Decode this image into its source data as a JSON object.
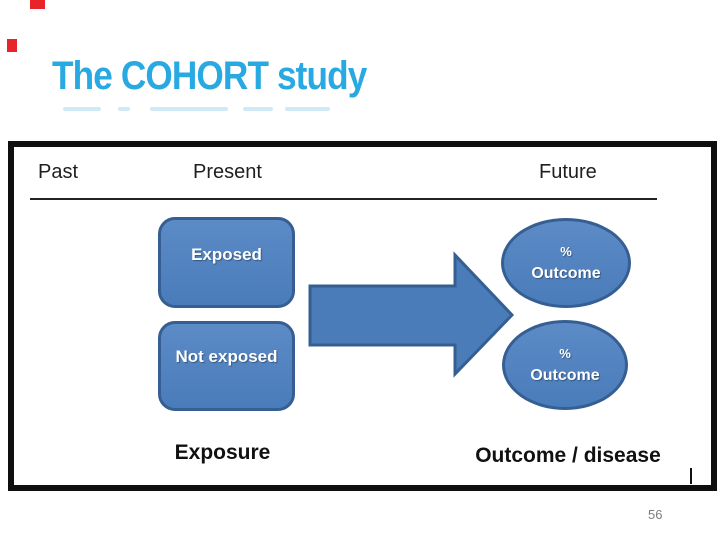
{
  "slide": {
    "title": "The COHORT study",
    "page_number": "56"
  },
  "diagram": {
    "timeline_labels": [
      {
        "label": "Past"
      },
      {
        "label": "Present"
      },
      {
        "label": "Future"
      }
    ],
    "exposure_boxes": [
      {
        "label": "Exposed"
      },
      {
        "label": "Not exposed"
      }
    ],
    "outcome_ellipses": [
      {
        "value": "%",
        "label": "Outcome"
      },
      {
        "value": "%",
        "label": "Outcome"
      }
    ],
    "bottom_labels": {
      "exposure": "Exposure",
      "outcome": "Outcome / disease"
    }
  },
  "colors": {
    "title": "#29a9e1",
    "shape_fill": "#4a7cba",
    "shape_fill_light": "#5c8bc6",
    "shape_border": "#355e92",
    "frame_border": "#0f0f0f",
    "text_dark": "#1f1f1f",
    "shape_text": "#ffffff",
    "page_number": "#7d7d7d",
    "red_mark": "#e8242b",
    "ghost": "#cfe9f6"
  }
}
